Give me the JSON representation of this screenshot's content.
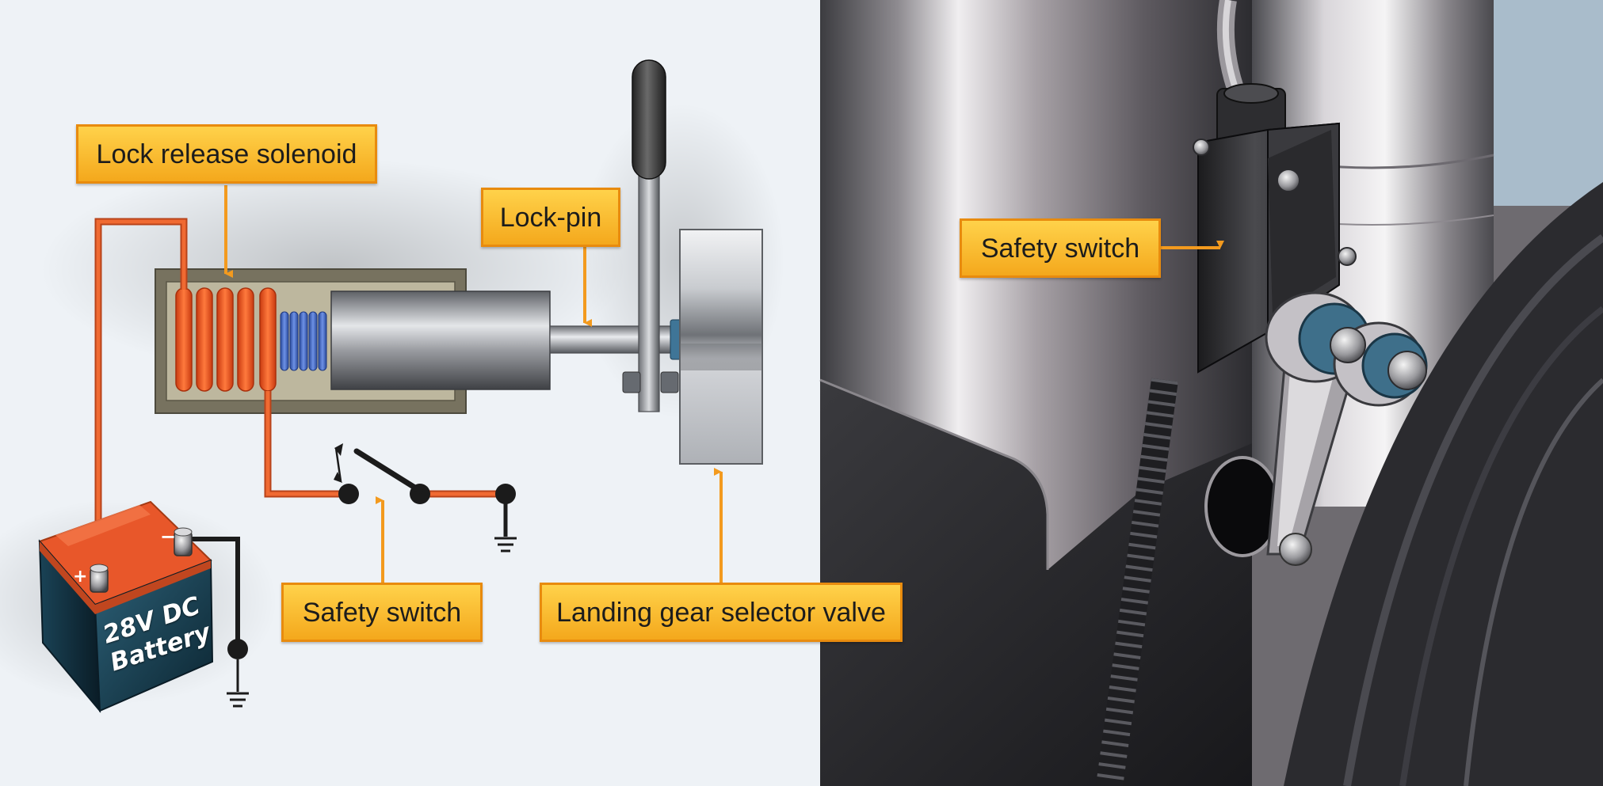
{
  "labels": {
    "lock_release_solenoid": "Lock release solenoid",
    "lock_pin": "Lock-pin",
    "safety_switch_left": "Safety switch",
    "landing_gear_selector_valve": "Landing gear selector valve",
    "safety_switch_right": "Safety switch"
  },
  "battery": {
    "line1": "28V DC",
    "line2": "Battery"
  },
  "colors": {
    "callout_fill": "#f7b52a",
    "callout_border": "#e88b0e",
    "leader_arrow": "#f39a1e",
    "wire": "#e8622a",
    "solenoid_coil": "#f2541b",
    "spring": "#3a63c4",
    "battery_top": "#e8572a",
    "battery_body": "#153b4d"
  }
}
